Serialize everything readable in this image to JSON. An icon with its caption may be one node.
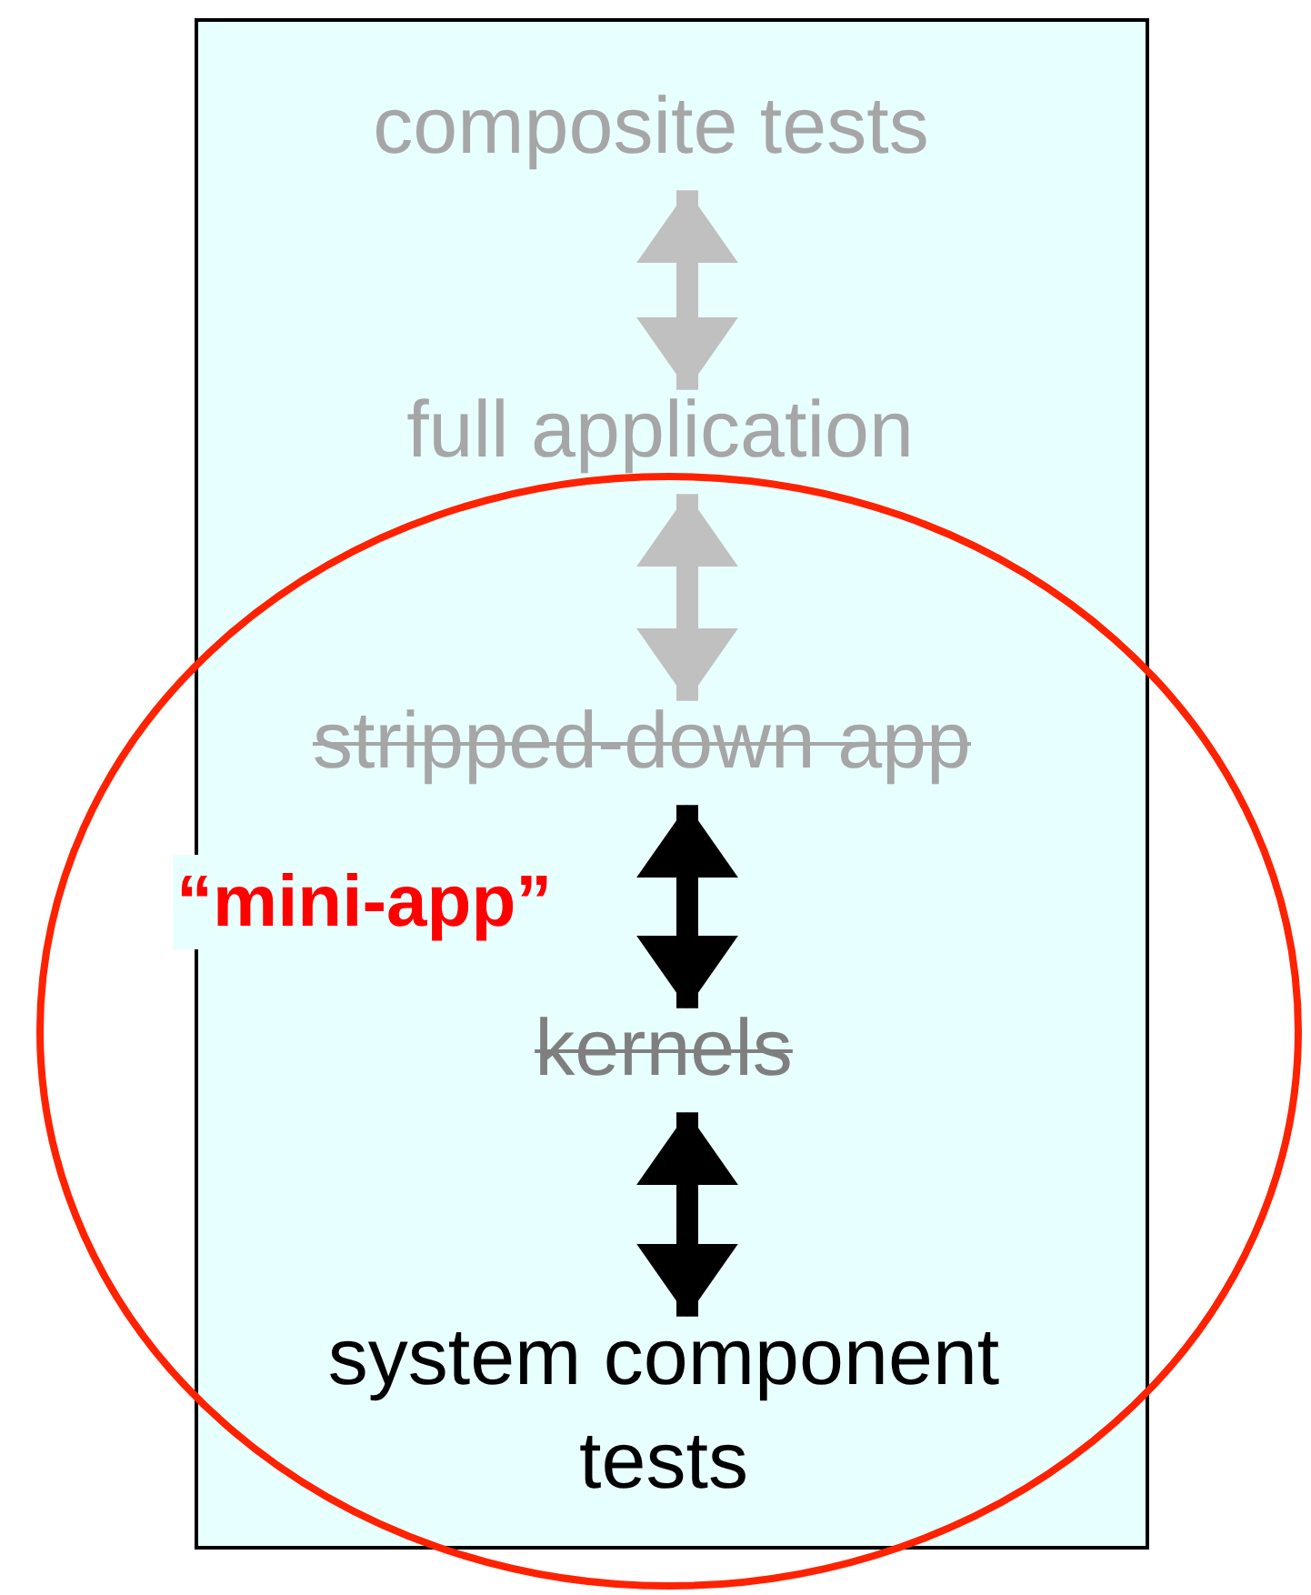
{
  "diagram": {
    "nodes": [
      {
        "text": [],
        "shape": "box"
      },
      {
        "text": [
          "composite tests"
        ],
        "in": 0
      },
      {
        "text": [
          "full application"
        ],
        "in": 0
      },
      {
        "text": [
          "stripped-down app"
        ],
        "in": 0
      },
      {
        "text": [
          "kernels"
        ],
        "in": 0
      },
      {
        "text": [
          "system component tests"
        ],
        "in": 0
      }
    ],
    "edges": [
      {
        "from": 1,
        "to": 2,
        "arrow": "both",
        "color": "#c0c0c0"
      },
      {
        "from": 2,
        "to": 3,
        "arrow": "both",
        "color": "#c0c0c0"
      },
      {
        "from": 3,
        "to": 4,
        "arrow": "both",
        "color": "#000000"
      },
      {
        "from": 4,
        "to": 5,
        "arrow": "both",
        "color": "#000000"
      }
    ],
    "labels": [
      "“mini-app”"
    ]
  }
}
